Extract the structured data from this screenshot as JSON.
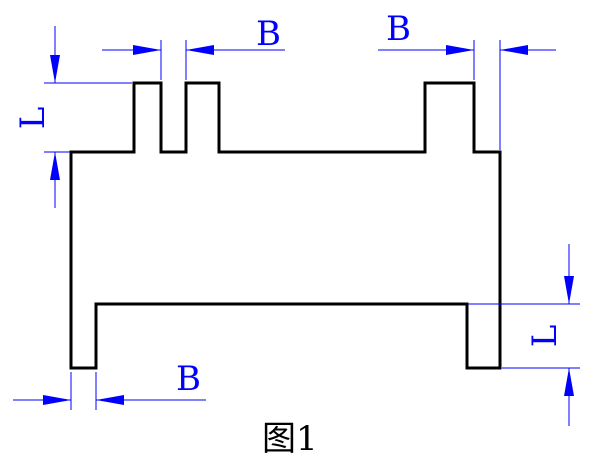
{
  "figure": {
    "caption": "图1",
    "colors": {
      "outline": "#000000",
      "dimension": "#0000ff"
    }
  },
  "dimensions": {
    "top_left_slot_width": "B",
    "top_right_slot_width": "B",
    "bottom_left_slot_width": "B",
    "top_tab_height": "L",
    "bottom_right_tab_height": "L"
  }
}
